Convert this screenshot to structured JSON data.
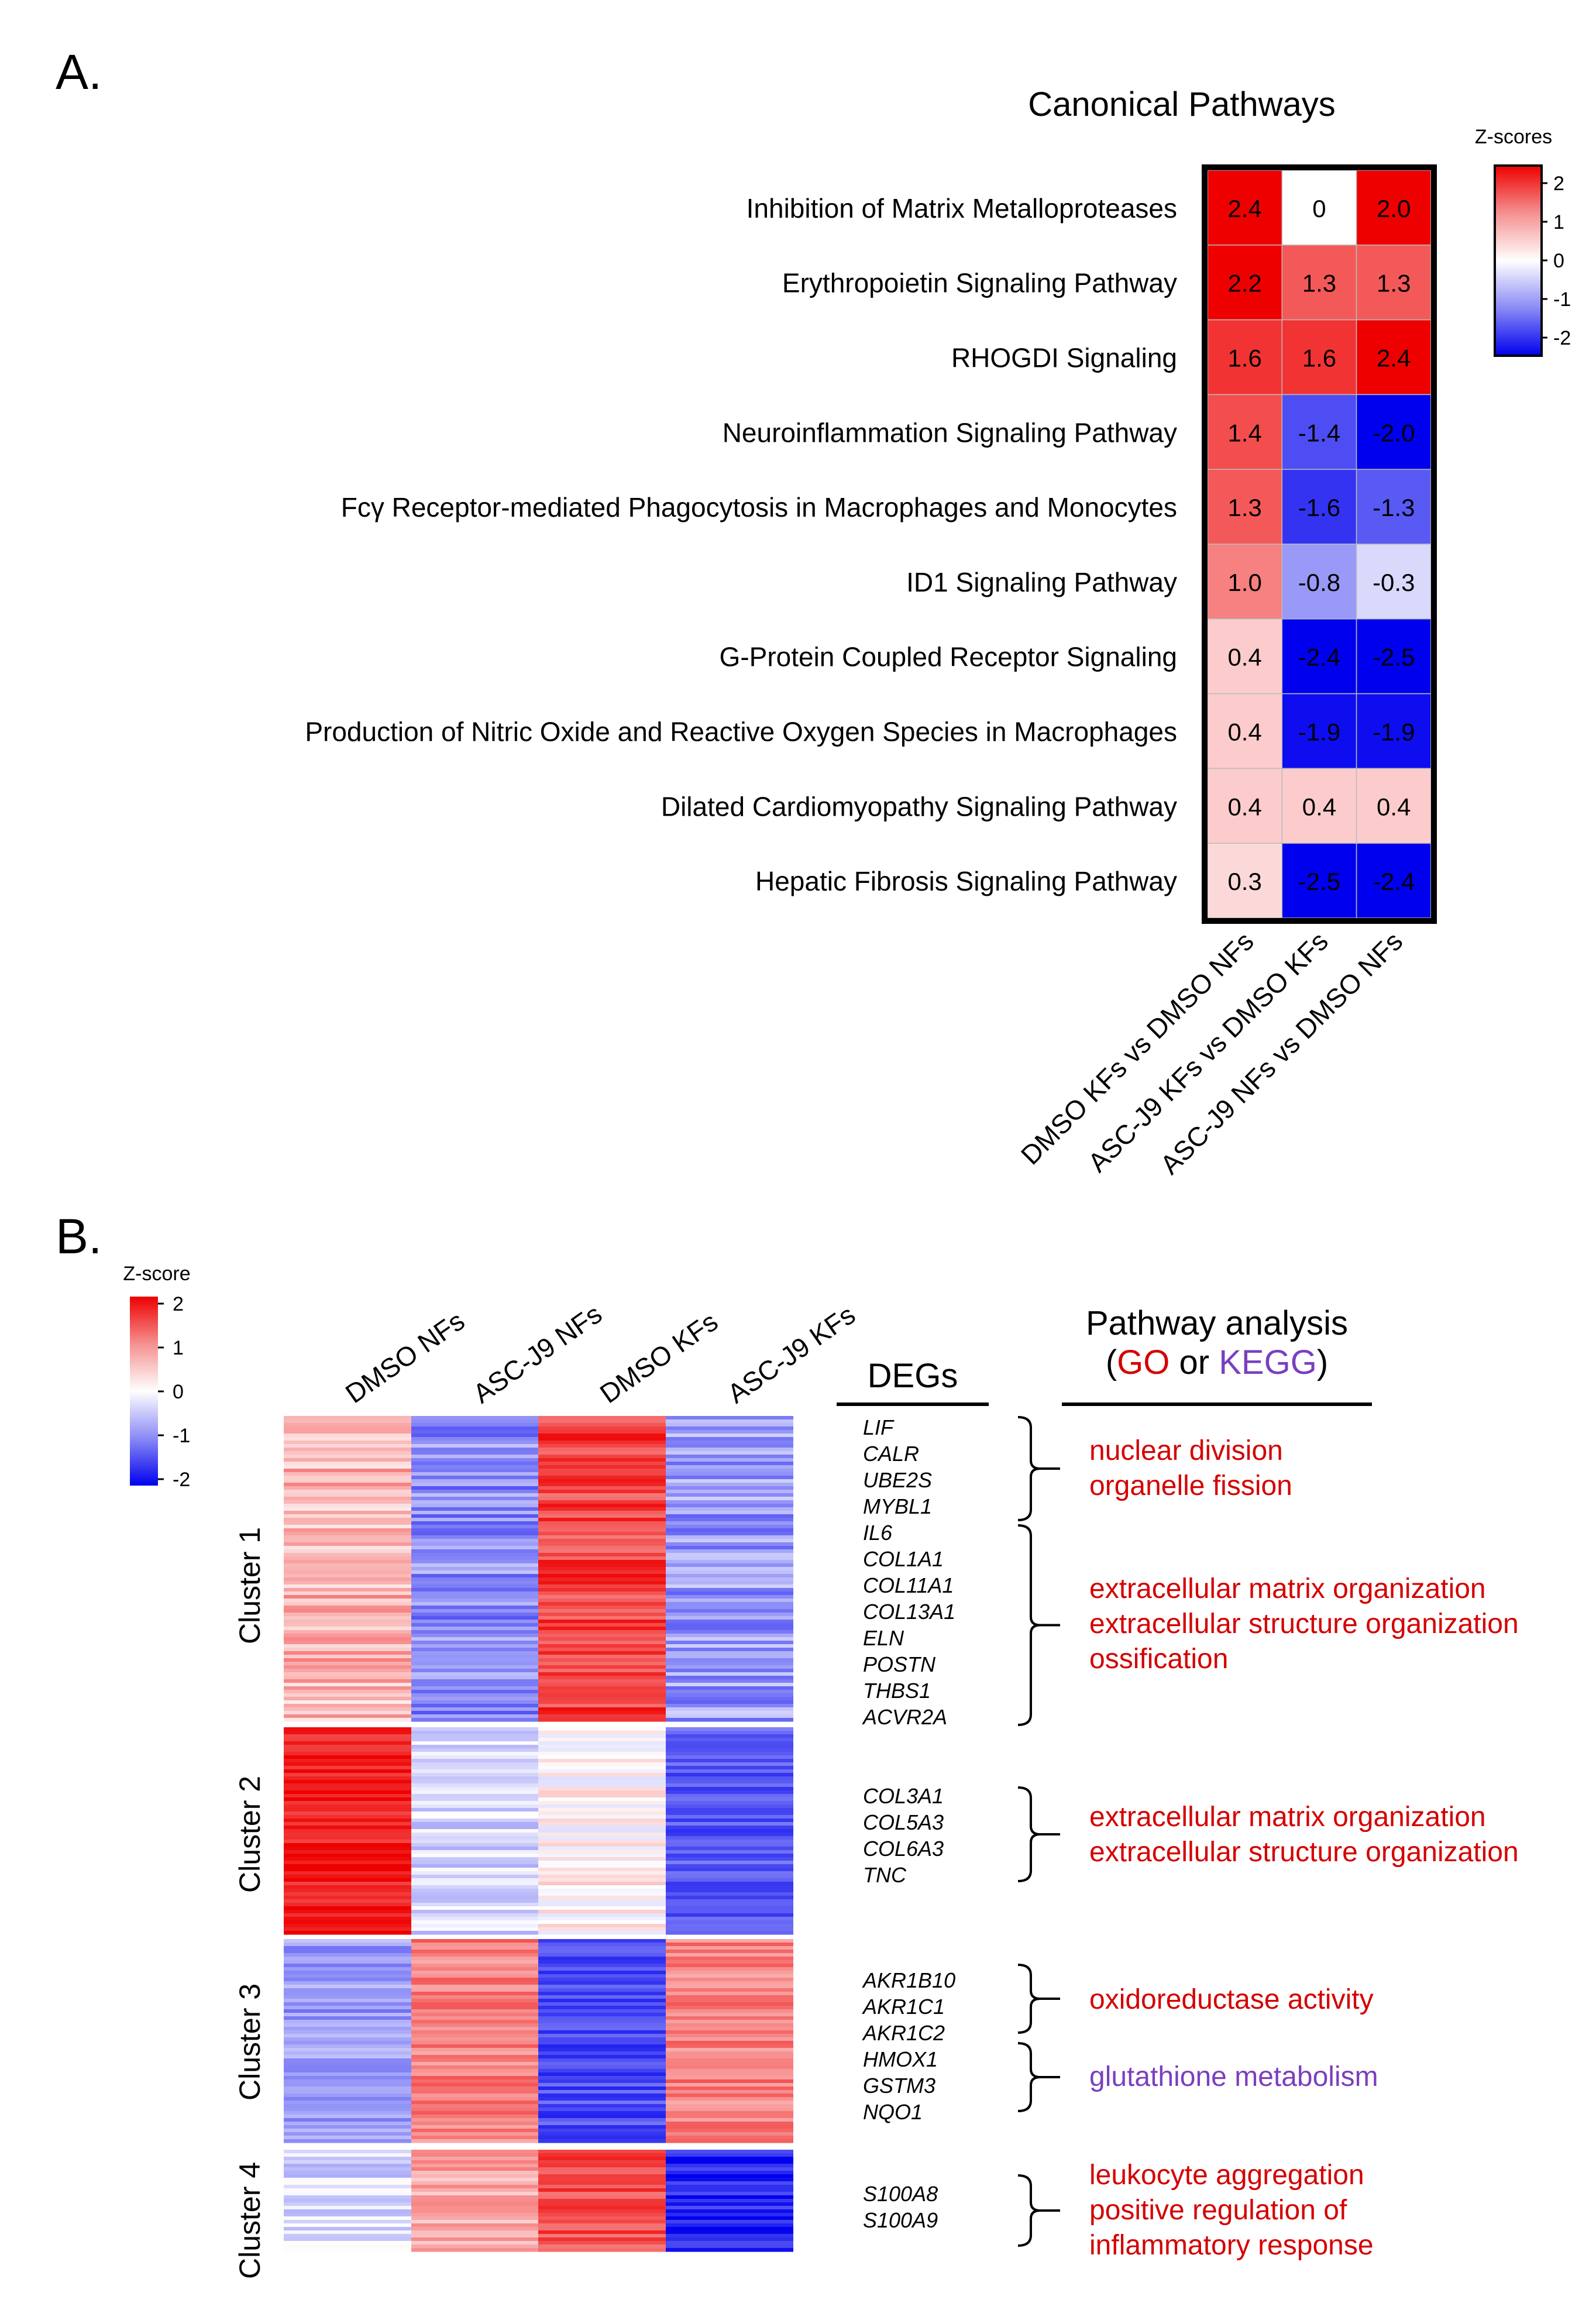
{
  "panel_a_label": "A.",
  "panel_b_label": "B.",
  "chart_data": [
    {
      "type": "heatmap",
      "title": "Canonical Pathways",
      "colorbar": {
        "title": "Z-scores",
        "ticks": [
          "2",
          "1",
          "0",
          "-1",
          "-2"
        ],
        "range": [
          -2,
          2
        ],
        "colors": {
          "high": "#ee0000",
          "mid": "#ffffff",
          "low": "#0000ee"
        }
      },
      "rows": [
        "Inhibition of Matrix Metalloproteases",
        "Erythropoietin Signaling Pathway",
        "RHOGDI Signaling",
        "Neuroinflammation Signaling Pathway",
        "Fcγ Receptor-mediated Phagocytosis in Macrophages and Monocytes",
        "ID1 Signaling Pathway",
        "G-Protein Coupled Receptor Signaling",
        "Production of Nitric Oxide and Reactive Oxygen Species in Macrophages",
        "Dilated Cardiomyopathy Signaling Pathway",
        "Hepatic Fibrosis Signaling Pathway"
      ],
      "columns": [
        "DMSO KFs vs DMSO NFs",
        "ASC-J9 KFs vs DMSO KFs",
        "ASC-J9 NFs vs DMSO NFs"
      ],
      "values": [
        [
          2.4,
          0,
          2.0
        ],
        [
          2.2,
          1.3,
          1.3
        ],
        [
          1.6,
          1.6,
          2.4
        ],
        [
          1.4,
          -1.4,
          -2.0
        ],
        [
          1.3,
          -1.6,
          -1.3
        ],
        [
          1.0,
          -0.8,
          -0.3
        ],
        [
          0.4,
          -2.4,
          -2.5
        ],
        [
          0.4,
          -1.9,
          -1.9
        ],
        [
          0.4,
          0.4,
          0.4
        ],
        [
          0.3,
          -2.5,
          -2.4
        ]
      ],
      "labels": [
        [
          "2.4",
          "0",
          "2.0"
        ],
        [
          "2.2",
          "1.3",
          "1.3"
        ],
        [
          "1.6",
          "1.6",
          "2.4"
        ],
        [
          "1.4",
          "-1.4",
          "-2.0"
        ],
        [
          "1.3",
          "-1.6",
          "-1.3"
        ],
        [
          "1.0",
          "-0.8",
          "-0.3"
        ],
        [
          "0.4",
          "-2.4",
          "-2.5"
        ],
        [
          "0.4",
          "-1.9",
          "-1.9"
        ],
        [
          "0.4",
          "0.4",
          "0.4"
        ],
        [
          "0.3",
          "-2.5",
          "-2.4"
        ]
      ]
    },
    {
      "type": "heatmap",
      "title": "",
      "colorbar": {
        "title": "Z-score",
        "ticks": [
          "2",
          "1",
          "0",
          "-1",
          "-2"
        ],
        "range": [
          -2,
          2
        ]
      },
      "columns": [
        "DMSO NFs",
        "ASC-J9 NFs",
        "DMSO KFs",
        "ASC-J9 KFs"
      ],
      "clusters": [
        {
          "name": "Cluster 1",
          "mean_z": [
            0.6,
            -0.9,
            1.5,
            -0.8
          ],
          "variability": 0.45
        },
        {
          "name": "Cluster 2",
          "mean_z": [
            1.8,
            -0.3,
            0.1,
            -1.3
          ],
          "variability": 0.35
        },
        {
          "name": "Cluster 3",
          "mean_z": [
            -0.8,
            1.0,
            -1.4,
            1.0
          ],
          "variability": 0.35
        },
        {
          "name": "Cluster 4",
          "mean_z": [
            -0.3,
            0.7,
            1.4,
            -1.7
          ],
          "variability": 0.35
        }
      ]
    }
  ],
  "degs_panel": {
    "degs_header": "DEGs",
    "pathway_header_line1": "Pathway analysis",
    "pathway_header_open": "(",
    "go_label": "GO",
    "or_label": " or ",
    "kegg_label": "KEGG",
    "pathway_header_close": ")",
    "colors": {
      "go": "#d40000",
      "kegg": "#7a3fbf"
    },
    "genes": {
      "c1a": [
        "LIF",
        "CALR",
        "UBE2S",
        "MYBL1"
      ],
      "c1b": [
        "IL6",
        "COL1A1",
        "COL11A1",
        "COL13A1",
        "ELN",
        "POSTN",
        "THBS1",
        "ACVR2A"
      ],
      "c2": [
        "COL3A1",
        "COL5A3",
        "COL6A3",
        "TNC"
      ],
      "c3a": [
        "AKR1B10",
        "AKR1C1",
        "AKR1C2"
      ],
      "c3b": [
        "HMOX1",
        "GSTM3",
        "NQO1"
      ],
      "c4": [
        "S100A8",
        "S100A9"
      ]
    },
    "terms": {
      "c1a": [
        "nuclear division",
        "organelle fission"
      ],
      "c1b": [
        "extracellular matrix organization",
        "extracellular structure organization",
        "ossification"
      ],
      "c2": [
        "extracellular matrix organization",
        "extracellular structure organization"
      ],
      "c3a": [
        "oxidoreductase activity"
      ],
      "c3b": [
        "glutathione metabolism"
      ],
      "c4": [
        "leukocyte aggregation",
        "positive regulation of",
        "inflammatory response"
      ]
    }
  }
}
